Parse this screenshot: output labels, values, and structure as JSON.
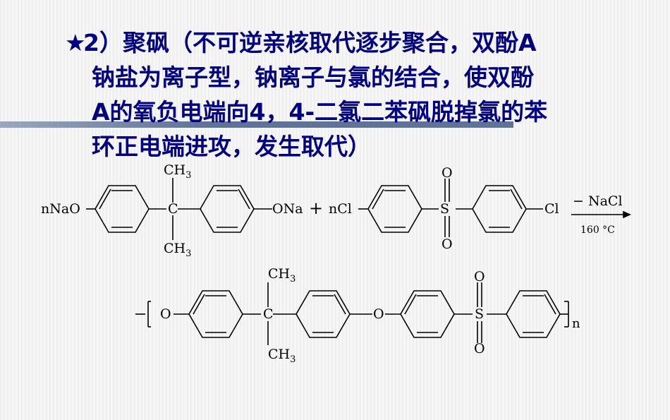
{
  "heading": {
    "star": "★",
    "lines": [
      "2）聚砜（不可逆亲核取代逐步聚合，双酚A",
      "钠盐为离子型，钠离子与氯的结合，使双酚",
      "A的氧负电端向4，4-二氯二苯砜脱掉氯的苯",
      "环正电端进攻，发生取代）"
    ]
  },
  "reaction": {
    "reactant1": {
      "left_group": "nNaO",
      "right_group": "ONa",
      "methyl_top": "CH",
      "methyl_bottom": "CH",
      "subscript": "3",
      "carbon": "C"
    },
    "plus": "+",
    "reactant2": {
      "left_group": "nCl",
      "right_group": "Cl",
      "sulfur": "S",
      "oxygen_top": "O",
      "oxygen_bottom": "O"
    },
    "conditions": {
      "byproduct": "− NaCl",
      "temperature": "160 °C"
    },
    "product": {
      "oxygen_left": "O",
      "carbon": "C",
      "methyl_top": "CH",
      "methyl_bottom": "CH",
      "subscript": "3",
      "ether_oxygen": "O",
      "sulfur": "S",
      "oxygen_top": "O",
      "oxygen_bottom": "O",
      "repeat_n": "n"
    }
  },
  "colors": {
    "text": "#000080",
    "bar": "#5f7299",
    "structure": "#000000"
  }
}
